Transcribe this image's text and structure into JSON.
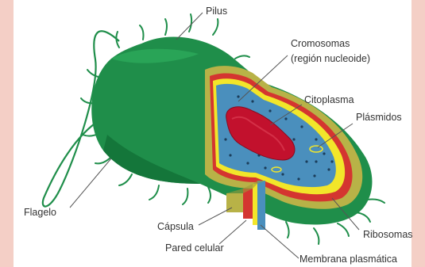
{
  "colors": {
    "frame": "#f4cfc6",
    "panel": "#ffffff",
    "capsule": "#1f8e4a",
    "capsule_dark": "#127036",
    "wall_layer": "#b8b247",
    "membrane_red": "#d43530",
    "membrane_yellow": "#f2e62a",
    "cytoplasm": "#4a8fbd",
    "chromosome": "#c2112d",
    "leader_line": "#555555",
    "label_text": "#333333"
  },
  "labels": {
    "pilus": "Pilus",
    "cromosomas_1": "Cromosomas",
    "cromosomas_2": "(región nucleoide)",
    "citoplasma": "Citoplasma",
    "plasmidos": "Plásmidos",
    "flagelo": "Flagelo",
    "capsula": "Cápsula",
    "pared_celular": "Pared celular",
    "ribosomas": "Ribosomas",
    "membrana_plasmatica": "Membrana plasmática"
  }
}
